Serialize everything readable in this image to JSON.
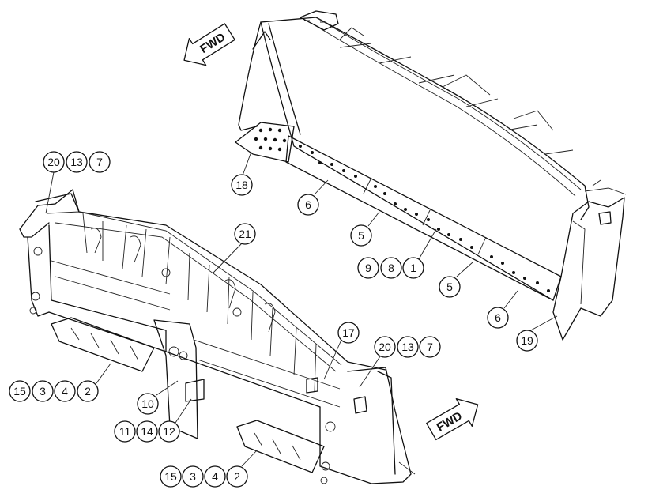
{
  "fwd_arrows": [
    {
      "id": "fwd-arrow-top",
      "label": "FWD"
    },
    {
      "id": "fwd-arrow-bottom",
      "label": "FWD"
    }
  ],
  "callouts": [
    {
      "id": "c-20a",
      "label": "20"
    },
    {
      "id": "c-13a",
      "label": "13"
    },
    {
      "id": "c-7a",
      "label": "7"
    },
    {
      "id": "c-18",
      "label": "18"
    },
    {
      "id": "c-6a",
      "label": "6"
    },
    {
      "id": "c-5a",
      "label": "5"
    },
    {
      "id": "c-21",
      "label": "21"
    },
    {
      "id": "c-9",
      "label": "9"
    },
    {
      "id": "c-8",
      "label": "8"
    },
    {
      "id": "c-1",
      "label": "1"
    },
    {
      "id": "c-5b",
      "label": "5"
    },
    {
      "id": "c-6b",
      "label": "6"
    },
    {
      "id": "c-19",
      "label": "19"
    },
    {
      "id": "c-17",
      "label": "17"
    },
    {
      "id": "c-20b",
      "label": "20"
    },
    {
      "id": "c-13b",
      "label": "13"
    },
    {
      "id": "c-7b",
      "label": "7"
    },
    {
      "id": "c-15a",
      "label": "15"
    },
    {
      "id": "c-3a",
      "label": "3"
    },
    {
      "id": "c-4a",
      "label": "4"
    },
    {
      "id": "c-2a",
      "label": "2"
    },
    {
      "id": "c-10",
      "label": "10"
    },
    {
      "id": "c-11",
      "label": "11"
    },
    {
      "id": "c-14",
      "label": "14"
    },
    {
      "id": "c-12",
      "label": "12"
    },
    {
      "id": "c-15b",
      "label": "15"
    },
    {
      "id": "c-3b",
      "label": "3"
    },
    {
      "id": "c-4b",
      "label": "4"
    },
    {
      "id": "c-2b",
      "label": "2"
    }
  ]
}
